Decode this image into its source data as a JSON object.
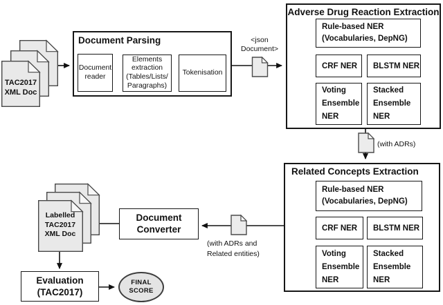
{
  "input_stack": {
    "lines": [
      "TAC2017",
      "XML Doc"
    ]
  },
  "document_parsing": {
    "title": "Document Parsing",
    "reader_lines": [
      "Document",
      "reader"
    ],
    "elements_lines": [
      "Elements",
      "extraction",
      "(Tables/Lists/",
      "Paragraphs)"
    ],
    "tokenisation": "Tokenisation"
  },
  "json_doc": {
    "label_lines": [
      "<json",
      "Document>"
    ]
  },
  "adr_extraction": {
    "title": "Adverse Drug Reaction Extraction",
    "rule_lines": [
      "Rule-based NER",
      "(Vocabularies, DepNG)"
    ],
    "crf": "CRF NER",
    "blstm": "BLSTM NER",
    "voting_lines": [
      "Voting",
      "Ensemble",
      "NER"
    ],
    "stacked_lines": [
      "Stacked",
      "Ensemble",
      "NER"
    ]
  },
  "adr_output": {
    "label": "(with ADRs)"
  },
  "related_extraction": {
    "title": "Related Concepts Extraction",
    "rule_lines": [
      "Rule-based NER",
      "(Vocabularies, DepNG)"
    ],
    "crf": "CRF NER",
    "blstm": "BLSTM NER",
    "voting_lines": [
      "Voting",
      "Ensemble",
      "NER"
    ],
    "stacked_lines": [
      "Stacked",
      "Ensemble",
      "NER"
    ]
  },
  "related_output": {
    "label_lines": [
      "(with ADRs and",
      "Related entities)"
    ]
  },
  "document_converter": {
    "lines": [
      "Document",
      "Converter"
    ]
  },
  "labelled_stack": {
    "lines": [
      "Labelled",
      "TAC2017",
      "XML Doc"
    ]
  },
  "evaluation": {
    "lines": [
      "Evaluation",
      "(TAC2017)"
    ]
  },
  "final_score": {
    "lines": [
      "FINAL",
      "SCORE"
    ]
  },
  "colors": {
    "border": "#161616",
    "doc_fill": "#e9e9e9",
    "ellipse_fill": "#e4e4e4"
  }
}
